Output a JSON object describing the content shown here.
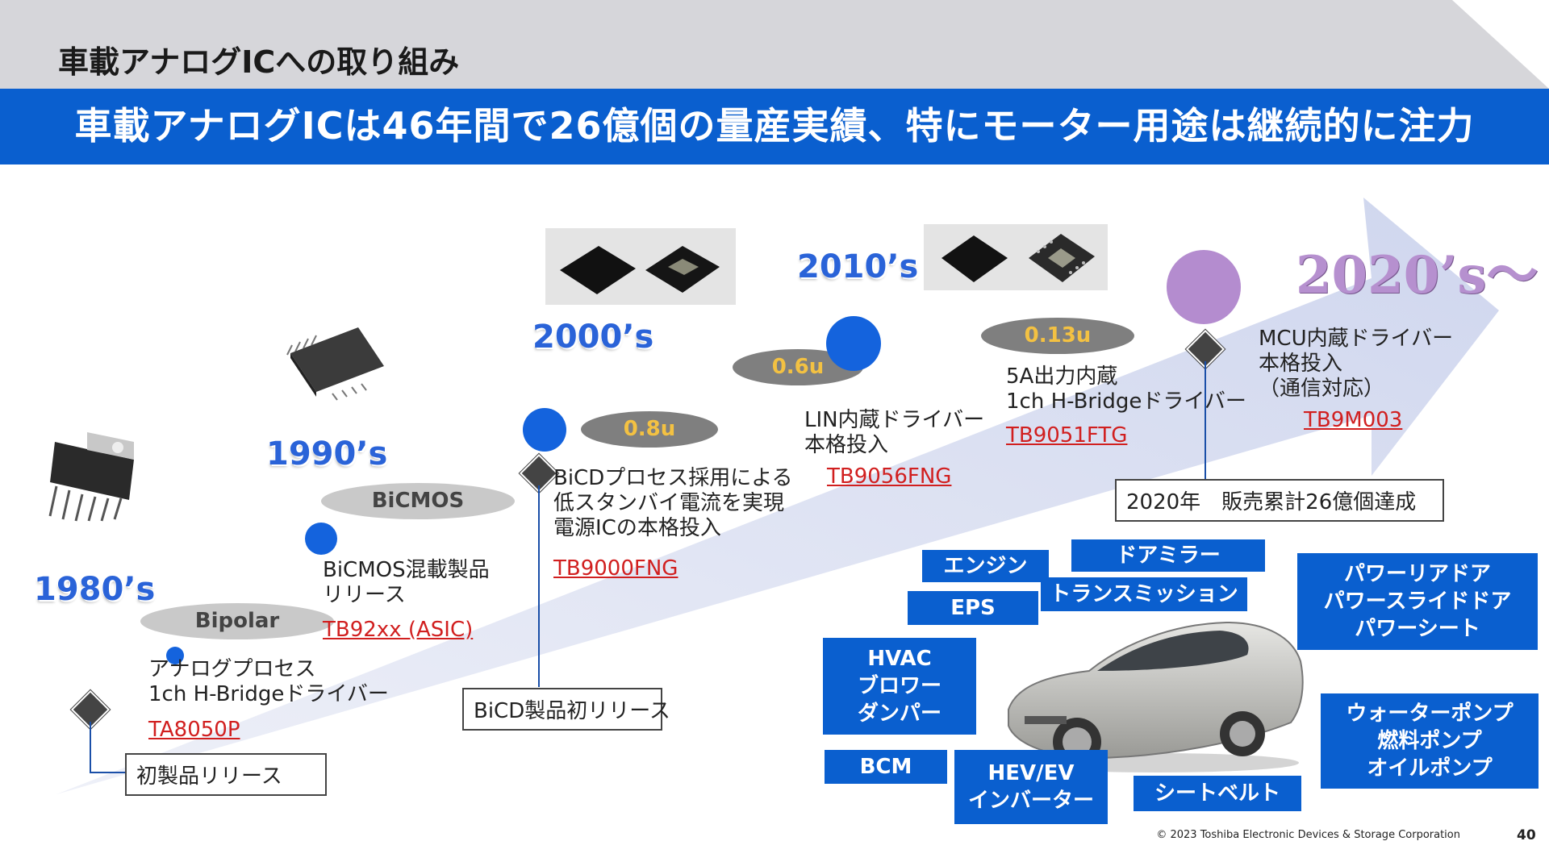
{
  "header": {
    "title": "車載アナログICへの取り組み",
    "banner": "車載アナログICは46年間で26億個の量産実績、特にモーター用途は継続的に注力"
  },
  "eras": {
    "e1980": "1980’s",
    "e1990": "1990’s",
    "e2000": "2000’s",
    "e2010": "2010’s",
    "e2020": "2020’s〜"
  },
  "processes": {
    "bipolar": "Bipolar",
    "bicmos": "BiCMOS",
    "p08": "0.8u",
    "p06": "0.6u",
    "p013": "0.13u"
  },
  "milestones": {
    "m1": {
      "line1": "アナログプロセス",
      "line2": "1ch H-Bridgeドライバー",
      "part": "TA8050P"
    },
    "m2": {
      "line1": "BiCMOS混載製品",
      "line2": "リリース",
      "part": "TB92xx (ASIC)"
    },
    "m3": {
      "line1": "BiCDプロセス採用による",
      "line2": "低スタンバイ電流を実現",
      "line3": "電源ICの本格投入",
      "part": "TB9000FNG"
    },
    "m4": {
      "line1": "LIN内蔵ドライバー",
      "line2": "本格投入",
      "part": "TB9056FNG"
    },
    "m5": {
      "line1": "5A出力内蔵",
      "line2": "1ch H-Bridgeドライバー",
      "part": "TB9051FTG"
    },
    "m6": {
      "line1": "MCU内蔵ドライバー",
      "line2": "本格投入",
      "line3": "（通信対応）",
      "part": "TB9M003"
    }
  },
  "callouts": {
    "first_release": "初製品リリース",
    "bicd_first": "BiCD製品初リリース",
    "sales_2020": "2020年　販売累計26億個達成"
  },
  "applications": {
    "engine": "エンジン",
    "door_mirror": "ドアミラー",
    "eps": "EPS",
    "transmission": "トランスミッション",
    "power_door_1": "パワーリアドア",
    "power_door_2": "パワースライドドア",
    "power_door_3": "パワーシート",
    "hvac_1": "HVAC",
    "hvac_2": "ブロワー",
    "hvac_3": "ダンパー",
    "pump_1": "ウォーターポンプ",
    "pump_2": "燃料ポンプ",
    "pump_3": "オイルポンプ",
    "bcm": "BCM",
    "hev_1": "HEV/EV",
    "hev_2": "インバーター",
    "seatbelt": "シートベルト"
  },
  "footer": {
    "copyright": "© 2023 Toshiba Electronic Devices & Storage Corporation",
    "page": "40"
  },
  "colors": {
    "banner": "#0a5fcf",
    "era_text": "#2a63d8",
    "era_2020": "#b690cf",
    "part_number": "#d11f1f",
    "arrow": "#dfe3f3",
    "dot": "#1463dd"
  }
}
